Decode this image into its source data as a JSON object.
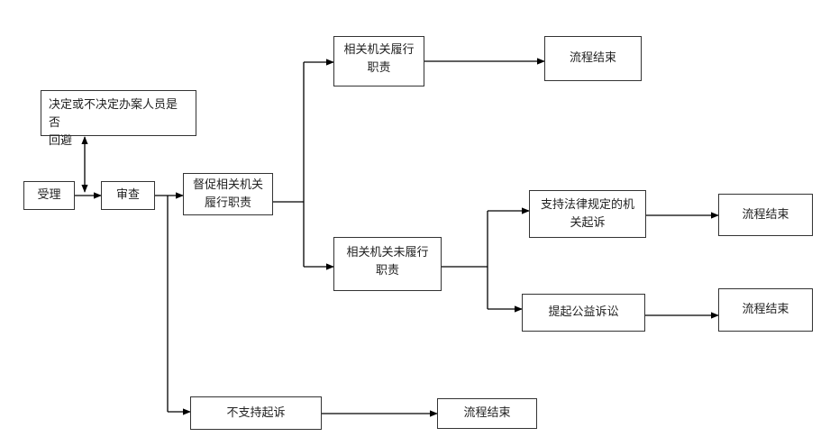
{
  "nodes": {
    "accept": "受理",
    "review": "审查",
    "recusal": [
      "决定或不决定办案人员是否",
      "回避"
    ],
    "supervise": [
      "督促相关机关",
      "履行职责"
    ],
    "performed": [
      "相关机关履行",
      "职责"
    ],
    "not_performed": [
      "相关机关未履行",
      "职责"
    ],
    "support_lawsuit": [
      "支持法律规定的机",
      "关起诉"
    ],
    "public_interest": "提起公益诉讼",
    "no_support": "不支持起诉",
    "end_1": "流程结束",
    "end_2": "流程结束",
    "end_3": "流程结束",
    "end_4": "流程结束"
  },
  "colors": {
    "line": "#000000",
    "border": "#333333",
    "text": "#222222"
  }
}
